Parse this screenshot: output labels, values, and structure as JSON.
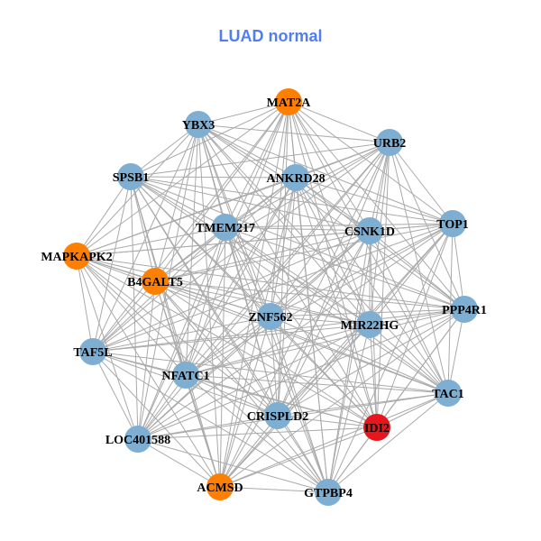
{
  "title": "LUAD normal",
  "colors": {
    "blue": "#7eaed2",
    "orange": "#ff7f00",
    "red": "#e8141e",
    "edge": "#aaaaaa"
  },
  "nodes": [
    {
      "id": "MAT2A",
      "color": "orange"
    },
    {
      "id": "YBX3",
      "color": "blue"
    },
    {
      "id": "URB2",
      "color": "blue"
    },
    {
      "id": "SPSB1",
      "color": "blue"
    },
    {
      "id": "ANKRD28",
      "color": "blue"
    },
    {
      "id": "TOP1",
      "color": "blue"
    },
    {
      "id": "CSNK1D",
      "color": "blue"
    },
    {
      "id": "TMEM217",
      "color": "blue"
    },
    {
      "id": "MAPKAPK2",
      "color": "orange"
    },
    {
      "id": "B4GALT5",
      "color": "orange"
    },
    {
      "id": "PPP4R1",
      "color": "blue"
    },
    {
      "id": "ZNF562",
      "color": "blue"
    },
    {
      "id": "MIR22HG",
      "color": "blue"
    },
    {
      "id": "TAF5L",
      "color": "blue"
    },
    {
      "id": "NFATC1",
      "color": "blue"
    },
    {
      "id": "TAC1",
      "color": "blue"
    },
    {
      "id": "CRISPLD2",
      "color": "blue"
    },
    {
      "id": "IDI2",
      "color": "red"
    },
    {
      "id": "LOC401588",
      "color": "blue"
    },
    {
      "id": "ACMSD",
      "color": "orange"
    },
    {
      "id": "GTPBP4",
      "color": "blue"
    }
  ],
  "edges_complete": true
}
